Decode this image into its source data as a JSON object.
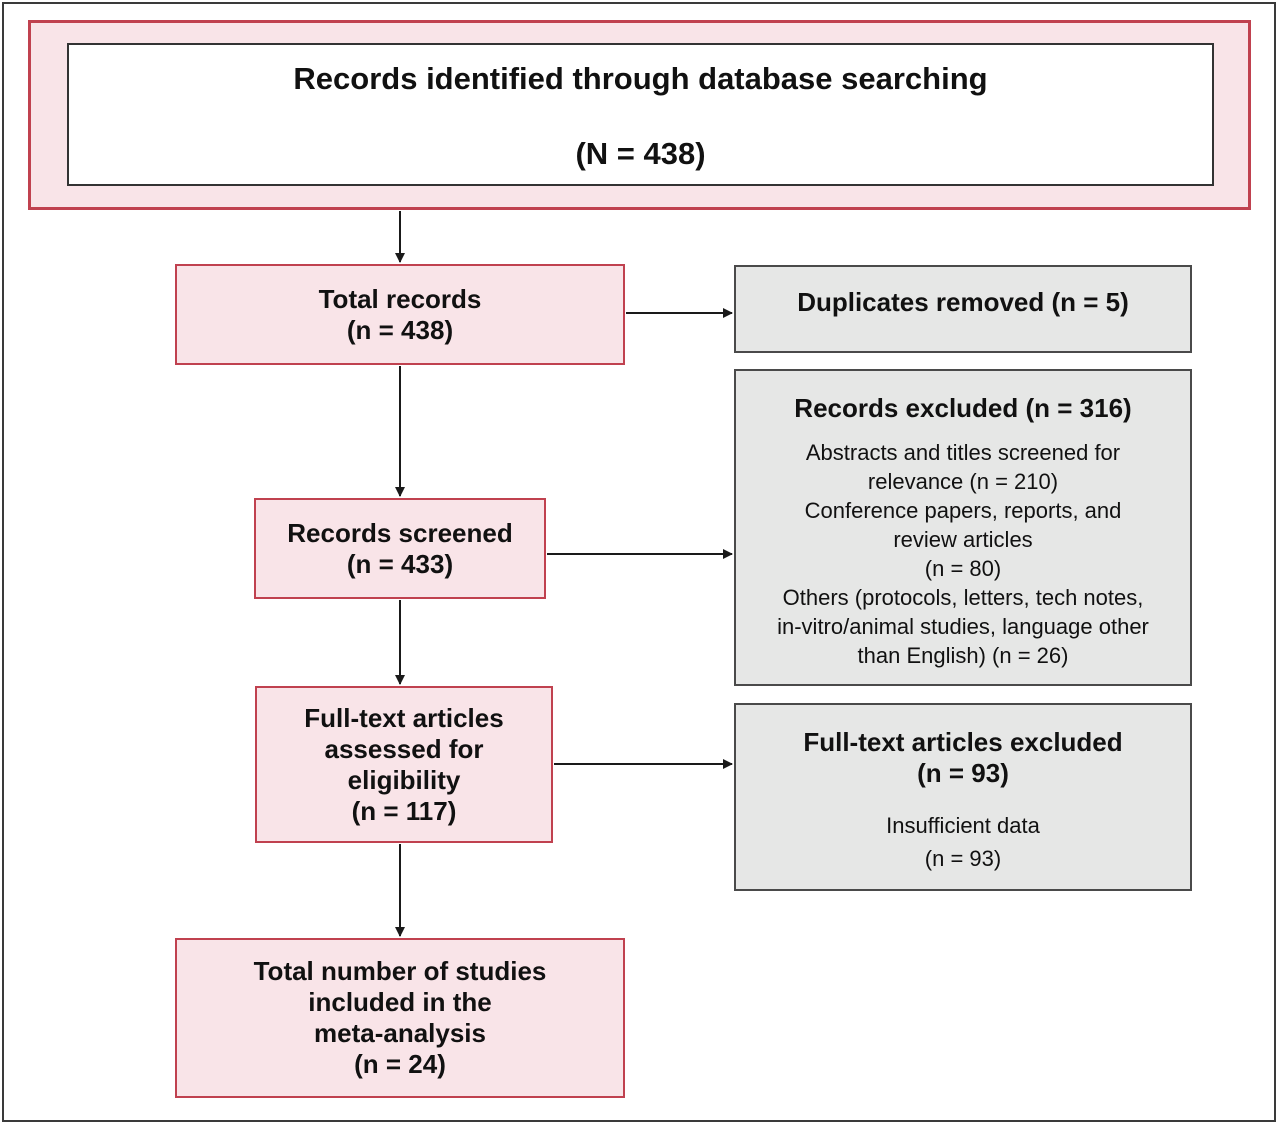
{
  "identification": {
    "title": "Records identified through database searching",
    "count": "(N = 438)"
  },
  "total_records": {
    "label": "Total records",
    "count": "(n = 438)"
  },
  "duplicates": {
    "label": "Duplicates removed (n = 5)"
  },
  "screened": {
    "label": "Records screened",
    "count": "(n = 433)"
  },
  "records_excluded": {
    "title": "Records excluded (n = 316)",
    "lines": [
      "Abstracts and titles screened for",
      "relevance (n = 210)",
      "Conference papers, reports, and",
      "review articles",
      "(n = 80)",
      "Others (protocols, letters, tech notes,",
      "in-vitro/animal studies, language other",
      "than English) (n = 26)"
    ]
  },
  "fulltext_assessed": {
    "lines": [
      "Full-text articles",
      "assessed for",
      "eligibility",
      "(n = 117)"
    ]
  },
  "fulltext_excluded": {
    "title_lines": [
      "Full-text articles excluded",
      "(n = 93)"
    ],
    "reason": "Insufficient data",
    "reason_count": "(n = 93)"
  },
  "included": {
    "lines": [
      "Total number of studies",
      "included in the",
      "meta-analysis",
      "(n = 24)"
    ]
  },
  "colors": {
    "pink_fill": "#f9e4e8",
    "pink_border": "#c0414f",
    "grey_fill": "#e6e7e6",
    "grey_border": "#4a4a4a"
  }
}
